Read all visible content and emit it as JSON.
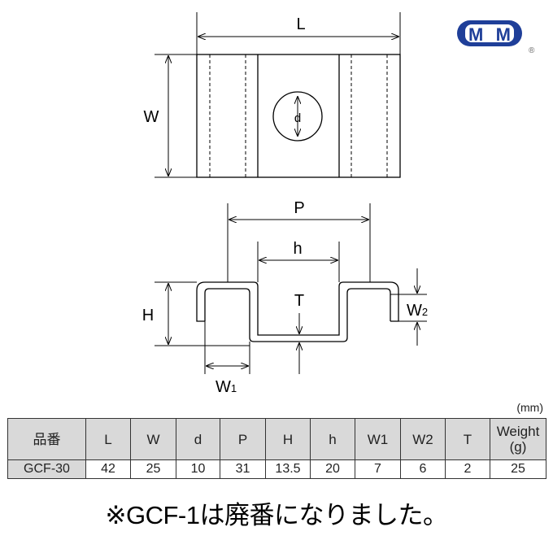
{
  "drawing": {
    "labels": {
      "L": "L",
      "W": "W",
      "d": "d",
      "P": "P",
      "h": "h",
      "H": "H",
      "T": "T",
      "W1": "W",
      "W1_sub": "1",
      "W2": "W",
      "W2_sub": "2"
    }
  },
  "logo": {
    "text": "MM",
    "registered": "®",
    "color": "#1f3f99"
  },
  "table": {
    "unit": "(mm)",
    "headers": [
      "品番",
      "L",
      "W",
      "d",
      "P",
      "H",
      "h",
      "W1",
      "W2",
      "T",
      "Weight",
      "(g)"
    ],
    "rows": [
      [
        "GCF-30",
        "42",
        "25",
        "10",
        "31",
        "13.5",
        "20",
        "7",
        "6",
        "2",
        "25"
      ]
    ]
  },
  "note": "※GCF-1は廃番になりました。"
}
